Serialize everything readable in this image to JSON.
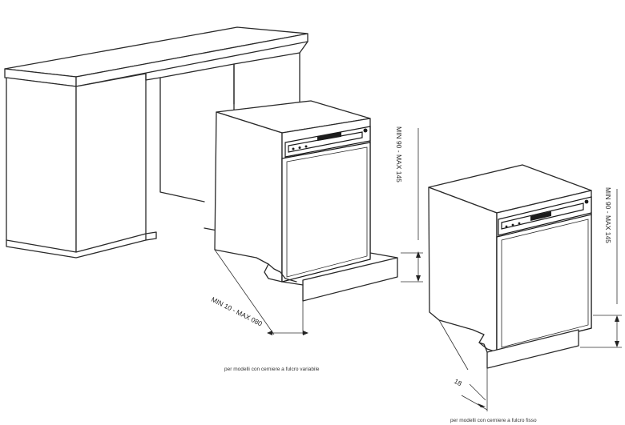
{
  "dimensions": {
    "plinth_height_variable": "MIN 90 - MAX 145",
    "plinth_depth_variable": "MIN 10 - MAX 080",
    "plinth_height_fixed": "MIN 90 - MAX 145",
    "plinth_depth_fixed": "18"
  },
  "captions": {
    "variable_hinge": "per modelli con cerniere a fulcro variabile",
    "fixed_hinge": "per modelli con cerniere a fulcro fisso"
  }
}
